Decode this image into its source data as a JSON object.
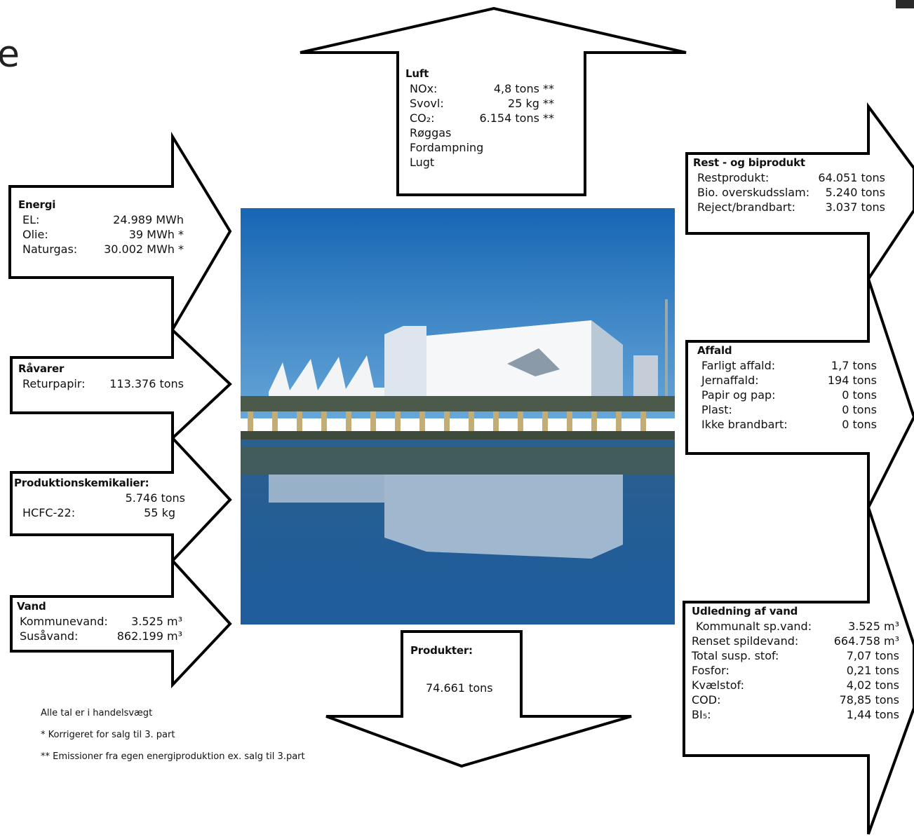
{
  "page": {
    "title_fragment": "e"
  },
  "luft": {
    "heading": "Luft",
    "rows": [
      {
        "label": "NOx:",
        "value": "4,8 tons **"
      },
      {
        "label": "Svovl:",
        "value": "25 kg **"
      },
      {
        "label": "CO₂:",
        "value": "6.154 tons **"
      }
    ],
    "extra": [
      "Røggas",
      "Fordampning",
      "Lugt"
    ]
  },
  "energi": {
    "heading": "Energi",
    "rows": [
      {
        "label": "EL:",
        "value": "24.989  MWh"
      },
      {
        "label": "Olie:",
        "value": "39 MWh *"
      },
      {
        "label": "Naturgas:",
        "value": "30.002 MWh *"
      }
    ]
  },
  "raavarer": {
    "heading": "Råvarer",
    "rows": [
      {
        "label": "Returpapir:",
        "value": "113.376  tons"
      }
    ]
  },
  "kemikalier": {
    "heading": "Produktionskemikalier:",
    "rows": [
      {
        "label": "",
        "value": "5.746 tons"
      },
      {
        "label": "HCFC-22:",
        "value": "55 kg"
      }
    ]
  },
  "vand": {
    "heading": "Vand",
    "rows": [
      {
        "label": "Kommunevand:",
        "value": "3.525 m³"
      },
      {
        "label": "Susåvand:",
        "value": "862.199 m³"
      }
    ]
  },
  "rest": {
    "heading": "Rest - og biprodukt",
    "rows": [
      {
        "label": "Restprodukt:",
        "value": "64.051 tons"
      },
      {
        "label": "Bio. overskudsslam:",
        "value": "5.240 tons"
      },
      {
        "label": "Reject/brandbart:",
        "value": "3.037 tons"
      }
    ]
  },
  "affald": {
    "heading": "Affald",
    "rows": [
      {
        "label": "Farligt affald:",
        "value": "1,7 tons"
      },
      {
        "label": "Jernaffald:",
        "value": "194  tons"
      },
      {
        "label": "Papir og pap:",
        "value": "0 tons"
      },
      {
        "label": "Plast:",
        "value": "0 tons"
      },
      {
        "label": "Ikke brandbart:",
        "value": "0  tons"
      }
    ]
  },
  "udledning": {
    "heading": "Udledning af vand",
    "rows": [
      {
        "label": "Kommunalt sp.vand:",
        "value": "3.525 m³"
      },
      {
        "label": "Renset spildevand:",
        "value": "664.758  m³"
      },
      {
        "label": "Total susp. stof:",
        "value": "7,07 tons"
      },
      {
        "label": "Fosfor:",
        "value": "0,21  tons"
      },
      {
        "label": "Kvælstof:",
        "value": "4,02 tons"
      },
      {
        "label": "COD:",
        "value": "78,85 tons"
      },
      {
        "label": "BI₅:",
        "value": "1,44 tons"
      }
    ]
  },
  "produkter": {
    "heading": "Produkter:",
    "value": "74.661 tons"
  },
  "notes": [
    "Alle tal er i handelsvægt",
    "*  Korrigeret for salg til 3. part",
    "** Emissioner fra egen energiproduktion ex. salg til 3.part"
  ],
  "colors": {
    "sky": "#1f6fb8",
    "water": "#2a6aa8",
    "building": "#e8eef3",
    "outline": "#000000"
  }
}
